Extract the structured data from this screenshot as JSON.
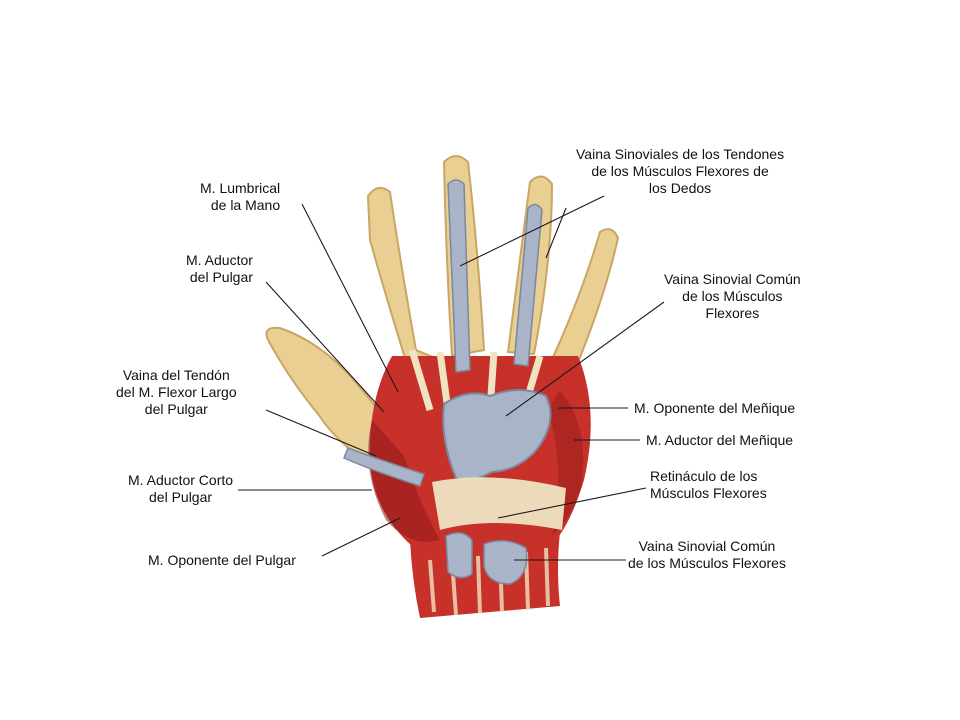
{
  "colors": {
    "background": "#ffffff",
    "skin": "#e9cf92",
    "skin_shadow": "#c9a566",
    "muscle": "#c8302a",
    "muscle_dark": "#8f1a17",
    "tendon": "#efe4c2",
    "sheath": "#a9b4c8",
    "sheath_edge": "#7b879d",
    "leader": "#1a1a1a"
  },
  "labels": {
    "lumbrical": [
      "M. Lumbrical",
      "de la Mano"
    ],
    "aductor_pulgar": [
      "M. Aductor",
      "del Pulgar"
    ],
    "vaina_flexor_largo": [
      "Vaina del Tendón",
      "del M. Flexor Largo",
      "del Pulgar"
    ],
    "aductor_corto": [
      "M. Aductor Corto",
      "del Pulgar"
    ],
    "oponente_pulgar": [
      "M. Oponente del Pulgar"
    ],
    "vainas_dedos": [
      "Vaina Sinoviales de los Tendones",
      "de los Músculos Flexores de",
      "los Dedos"
    ],
    "vaina_comun_superior": [
      "Vaina Sinovial Común",
      "de los Músculos",
      "Flexores"
    ],
    "oponente_menique": [
      "M. Oponente del Meñique"
    ],
    "aductor_menique": [
      "M. Aductor del Meñique"
    ],
    "retinaculo": [
      "Retináculo de los",
      "Músculos Flexores"
    ],
    "vaina_comun_inferior": [
      "Vaina Sinovial Común",
      "de los Músculos Flexores"
    ]
  }
}
